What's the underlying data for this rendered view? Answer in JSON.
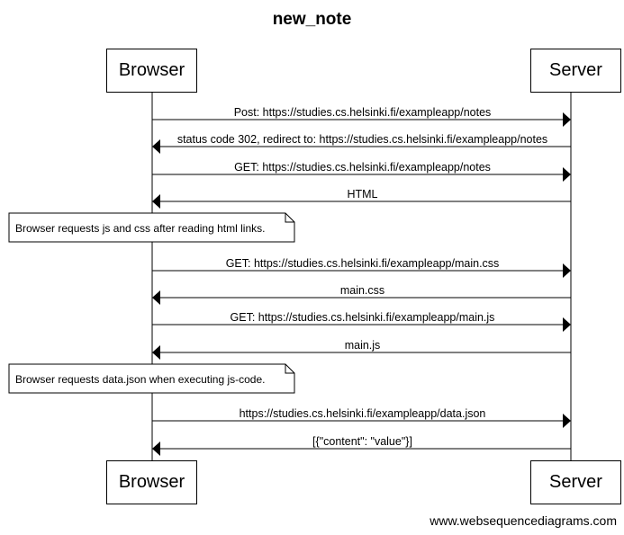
{
  "title": "new_note",
  "participants": {
    "browser": "Browser",
    "server": "Server"
  },
  "messages": [
    {
      "from": "browser",
      "to": "server",
      "label": "Post: https://studies.cs.helsinki.fi/exampleapp/notes"
    },
    {
      "from": "server",
      "to": "browser",
      "label": "status code 302, redirect to: https://studies.cs.helsinki.fi/exampleapp/notes"
    },
    {
      "from": "browser",
      "to": "server",
      "label": "GET: https://studies.cs.helsinki.fi/exampleapp/notes"
    },
    {
      "from": "server",
      "to": "browser",
      "label": "HTML"
    },
    {
      "from": "browser",
      "to": "server",
      "label": "GET: https://studies.cs.helsinki.fi/exampleapp/main.css"
    },
    {
      "from": "server",
      "to": "browser",
      "label": "main.css"
    },
    {
      "from": "browser",
      "to": "server",
      "label": "GET: https://studies.cs.helsinki.fi/exampleapp/main.js"
    },
    {
      "from": "server",
      "to": "browser",
      "label": "main.js"
    },
    {
      "from": "browser",
      "to": "server",
      "label": "https://studies.cs.helsinki.fi/exampleapp/data.json"
    },
    {
      "from": "server",
      "to": "browser",
      "label": "[{\"content\": \"value\"}]"
    }
  ],
  "notes": [
    {
      "over": "browser",
      "after_message": 4,
      "text": "Browser requests js and css after reading html links."
    },
    {
      "over": "browser",
      "after_message": 8,
      "text": "Browser requests data.json when executing js-code."
    }
  ],
  "footer": "www.websequencediagrams.com"
}
